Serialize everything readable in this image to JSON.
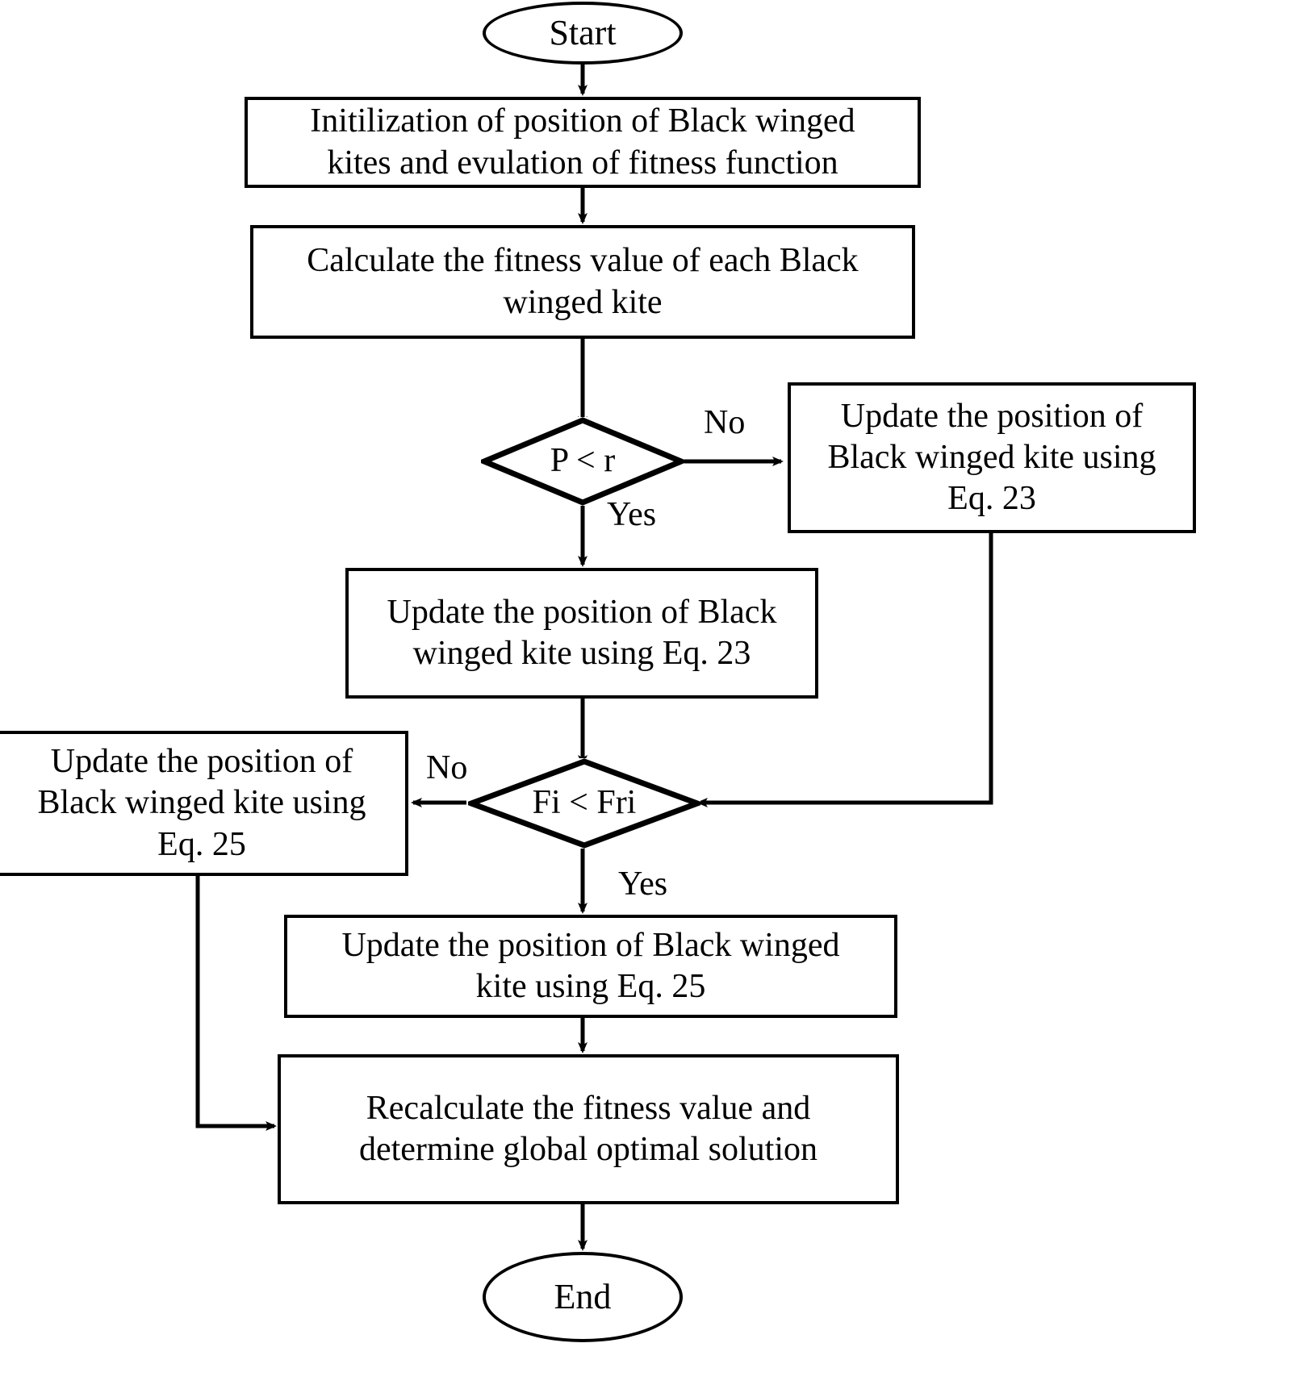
{
  "diagram": {
    "title": "Black winged kite optimization algorithm flowchart",
    "background": "#ffffff",
    "stroke": "#000000",
    "nodes": {
      "start": {
        "label": "Start",
        "shape": "terminator"
      },
      "init": {
        "label": "Initilization of position of Black winged\nkites and evulation of fitness function",
        "shape": "process"
      },
      "calc_fitness": {
        "label": "Calculate the fitness value of each Black\nwinged kite",
        "shape": "process"
      },
      "decision_p_lt_r": {
        "label": "P < r",
        "shape": "decision"
      },
      "update_eq23_right": {
        "label": "Update the position of\nBlack winged kite using\nEq. 23",
        "shape": "process"
      },
      "update_eq23_center": {
        "label": "Update the position of Black\nwinged kite using Eq. 23",
        "shape": "process"
      },
      "decision_fi_lt_fri": {
        "label": "Fi < Fri",
        "shape": "decision"
      },
      "update_eq25_left": {
        "label": "Update the position of\nBlack winged kite using\nEq. 25",
        "shape": "process"
      },
      "update_eq25_center": {
        "label": "Update the position of Black winged\nkite using Eq. 25",
        "shape": "process"
      },
      "recalculate": {
        "label": "Recalculate the fitness value and\ndetermine global optimal solution",
        "shape": "process"
      },
      "end": {
        "label": "End",
        "shape": "terminator"
      }
    },
    "edge_labels": {
      "p_no": "No",
      "p_yes": "Yes",
      "fi_no": "No",
      "fi_yes": "Yes"
    }
  }
}
